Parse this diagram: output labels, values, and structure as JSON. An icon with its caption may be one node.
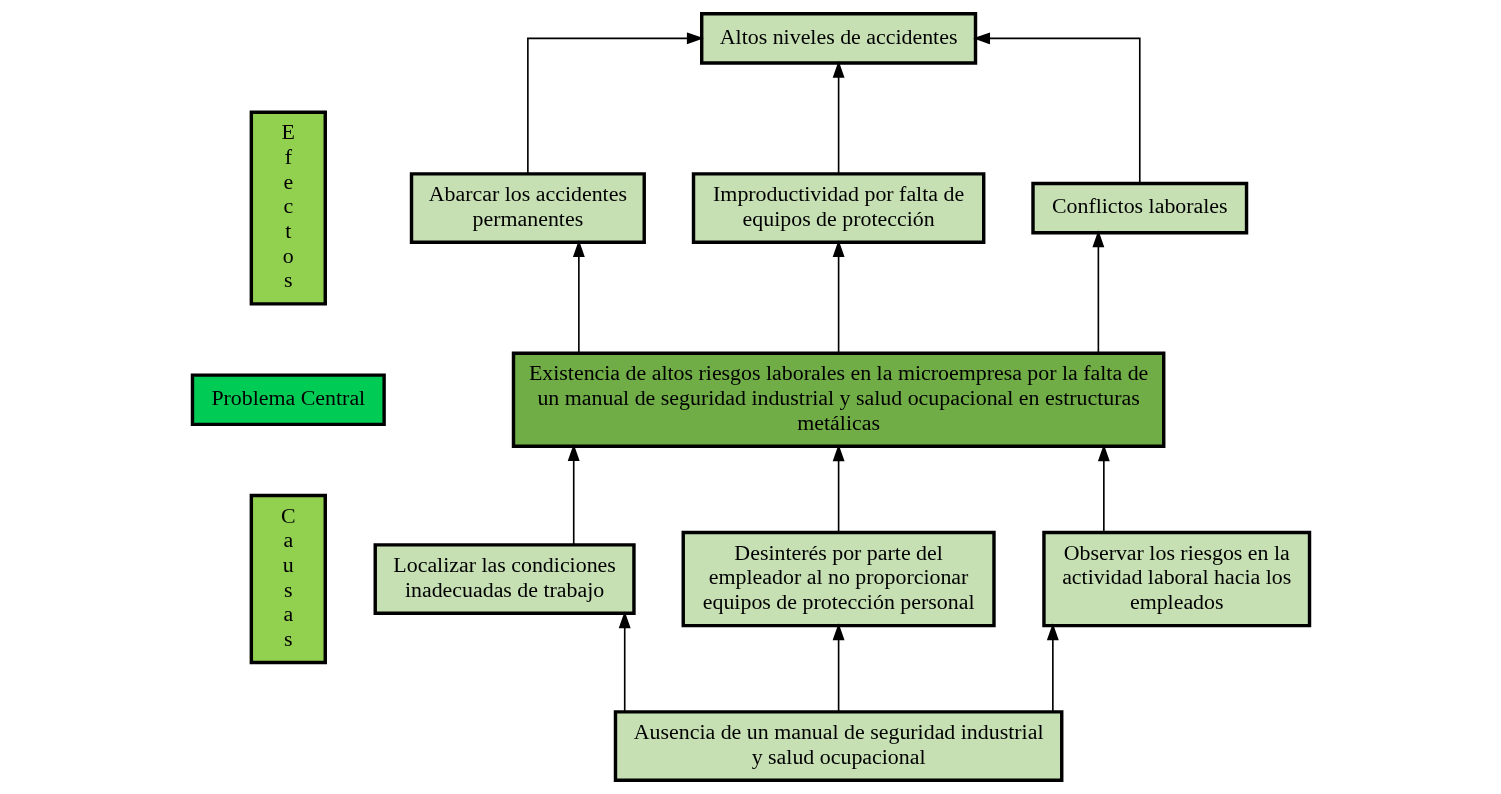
{
  "diagram": {
    "nodes": [
      {
        "text": [
          "E f e c t o s"
        ]
      },
      {
        "text": [
          "Problema Central"
        ]
      },
      {
        "text": [
          "C a u s a s"
        ]
      },
      {
        "text": [
          "Altos niveles de accidentes"
        ]
      },
      {
        "text": [
          "Abarcar los accidentes permanentes"
        ]
      },
      {
        "text": [
          "Improductividad por falta de equipos de protección"
        ]
      },
      {
        "text": [
          "Conflictos laborales"
        ]
      },
      {
        "text": [
          "Existencia de altos riesgos laborales en la microempresa por la falta de un manual de seguridad industrial y salud ocupacional en estructuras metálicas"
        ]
      },
      {
        "text": [
          "Localizar las condiciones inadecuadas de trabajo"
        ]
      },
      {
        "text": [
          "Desinterés por parte del empleador al no proporcionar equipos de protección personal"
        ]
      },
      {
        "text": [
          "Observar los riesgos en la actividad laboral hacia los empleados"
        ]
      },
      {
        "text": [
          "Ausencia de un manual de seguridad industrial y salud ocupacional"
        ]
      }
    ],
    "edges": [
      {
        "from": 4,
        "to": 3,
        "arrow": "to"
      },
      {
        "from": 5,
        "to": 3,
        "arrow": "to"
      },
      {
        "from": 6,
        "to": 3,
        "arrow": "to"
      },
      {
        "from": 7,
        "to": 4,
        "arrow": "to"
      },
      {
        "from": 7,
        "to": 5,
        "arrow": "to"
      },
      {
        "from": 7,
        "to": 6,
        "arrow": "to"
      },
      {
        "from": 8,
        "to": 7,
        "arrow": "to"
      },
      {
        "from": 9,
        "to": 7,
        "arrow": "to"
      },
      {
        "from": 10,
        "to": 7,
        "arrow": "to"
      },
      {
        "from": 11,
        "to": 8,
        "arrow": "to"
      },
      {
        "from": 11,
        "to": 9,
        "arrow": "to"
      },
      {
        "from": 11,
        "to": 10,
        "arrow": "to"
      }
    ]
  }
}
